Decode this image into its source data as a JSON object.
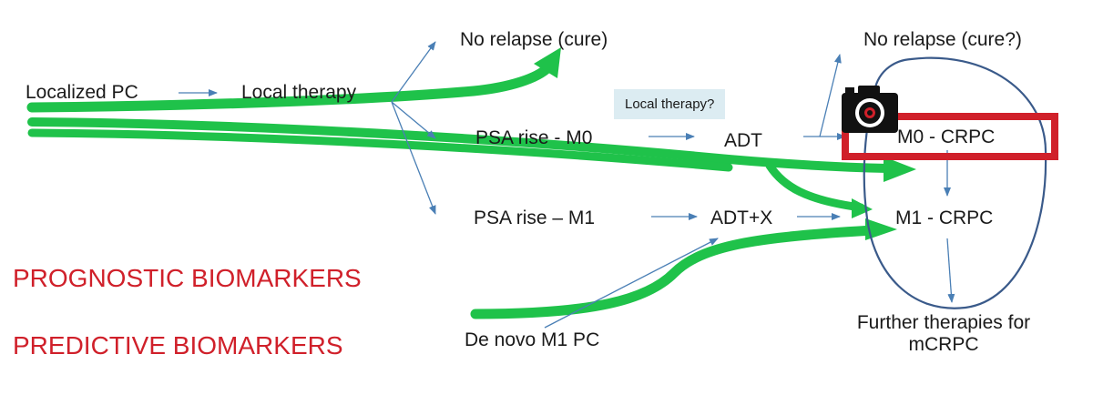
{
  "nodes": {
    "localized_pc": "Localized PC",
    "local_therapy": "Local therapy",
    "no_relapse_cure": "No relapse (cure)",
    "local_therapy_q": "Local therapy?",
    "psa_rise_m0": "PSA rise - M0",
    "adt": "ADT",
    "psa_rise_m1": "PSA rise – M1",
    "adt_x": "ADT+X",
    "de_novo_m1_pc": "De novo M1 PC",
    "no_relapse_cure_q": "No relapse (cure?)",
    "m0_crpc": "M0 - CRPC",
    "m1_crpc": "M1 - CRPC",
    "further_line1": "Further therapies for",
    "further_line2": "mCRPC"
  },
  "headings": {
    "prognostic": "PROGNOSTIC BIOMARKERS",
    "predictive": "PREDICTIVE BIOMARKERS"
  },
  "colors": {
    "flow_green": "#1fc24a",
    "arrow_blue": "#4a7fb5",
    "highlight_red": "#d0202a",
    "circle_navy": "#3a5a8a",
    "callout_bg": "#dcecf2",
    "heading_red": "#d0202a"
  },
  "icons": {
    "camera": "camera-icon"
  }
}
